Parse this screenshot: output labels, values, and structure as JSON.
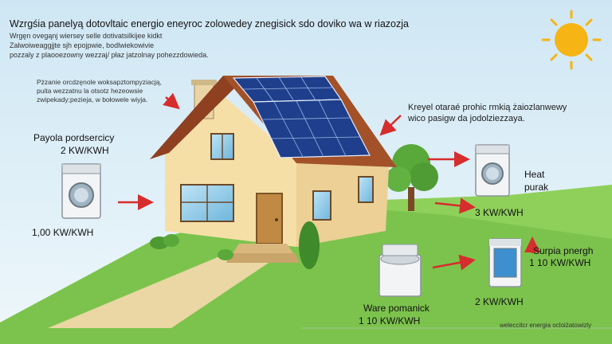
{
  "title": "Wzrgśia panelyą dotovltaic energio eneyroc zolowedey znegisick sdo doviko wa w riazozja",
  "subtitle_lines": [
    "Wrgęn ovegąnj wiersey selle dotivatsilkijee kidkt",
    "Zalwoiweaggjjte sjh epojpwie, bodlwiekowivie",
    "pozzaly z plaooezowny wezzaj/ płaz jatzolnay pohezzdowieda."
  ],
  "left_note_lines": [
    "Pżzanie orcdzęnole woksapztompyziacją,",
    "puita wezzatnu la otsotz hezeowsie",
    "zwipekady;pezieja, w bołowele wiyja."
  ],
  "right_note_lines": [
    "Kreyel otaraé prohic rmkią żaiozlanwewy",
    "wico pasigw da jodolziezzaya."
  ],
  "appliances": {
    "left_top": {
      "name": "Payola pordsercicy",
      "value": "2 KW/KWH"
    },
    "left_bottom": {
      "value": "1,00 KW/KWH"
    },
    "right_top": {
      "name_line1": "Heat",
      "name_line2": "purak",
      "value": "3 KW/KWH"
    },
    "right_mid": {
      "name": "Surpia pnergh",
      "value": "1 10 KW/KWH"
    },
    "center_bottom": {
      "name": "Ware pomanick",
      "value": "1 10 KW/KWH",
      "extra_value": "2 KW/KWH"
    }
  },
  "footer": "weleccitcr energia ocloiżatowizly",
  "colors": {
    "sky_top": "#cfe7f4",
    "sky_bottom": "#eef7fb",
    "grass": "#79c14a",
    "wall": "#f6dfa7",
    "roof": "#9b4a25",
    "panel": "#1f3f8c",
    "arrow": "#d62d2d",
    "sun": "#f6b415",
    "door": "#c08a45"
  }
}
